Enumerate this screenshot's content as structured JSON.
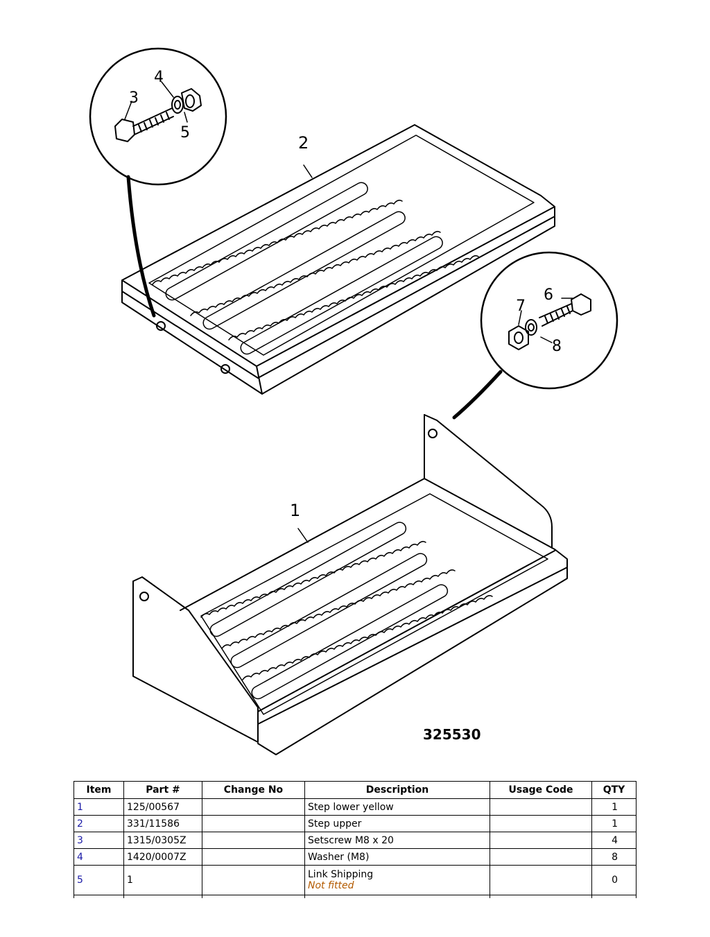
{
  "figure": {
    "figure_number": "325530",
    "callouts": [
      "1",
      "2",
      "3",
      "4",
      "5",
      "6",
      "7",
      "8"
    ]
  },
  "table": {
    "headers": {
      "item": "Item",
      "part": "Part #",
      "change": "Change No",
      "description": "Description",
      "usage": "Usage Code",
      "qty": "QTY"
    },
    "rows": [
      {
        "item": "1",
        "part": "125/00567",
        "change": "",
        "description": "Step lower yellow",
        "note": "",
        "usage": "",
        "qty": "1"
      },
      {
        "item": "2",
        "part": "331/11586",
        "change": "",
        "description": "Step upper",
        "note": "",
        "usage": "",
        "qty": "1"
      },
      {
        "item": "3",
        "part": "1315/0305Z",
        "change": "",
        "description": "Setscrew M8 x 20",
        "note": "",
        "usage": "",
        "qty": "4"
      },
      {
        "item": "4",
        "part": "1420/0007Z",
        "change": "",
        "description": "Washer (M8)",
        "note": "",
        "usage": "",
        "qty": "8"
      },
      {
        "item": "5",
        "part": "1",
        "change": "",
        "description": "Link Shipping",
        "note": "Not fitted",
        "usage": "",
        "qty": "0"
      }
    ]
  },
  "colors": {
    "link": "#1a1aa6",
    "note": "#b35a00"
  }
}
